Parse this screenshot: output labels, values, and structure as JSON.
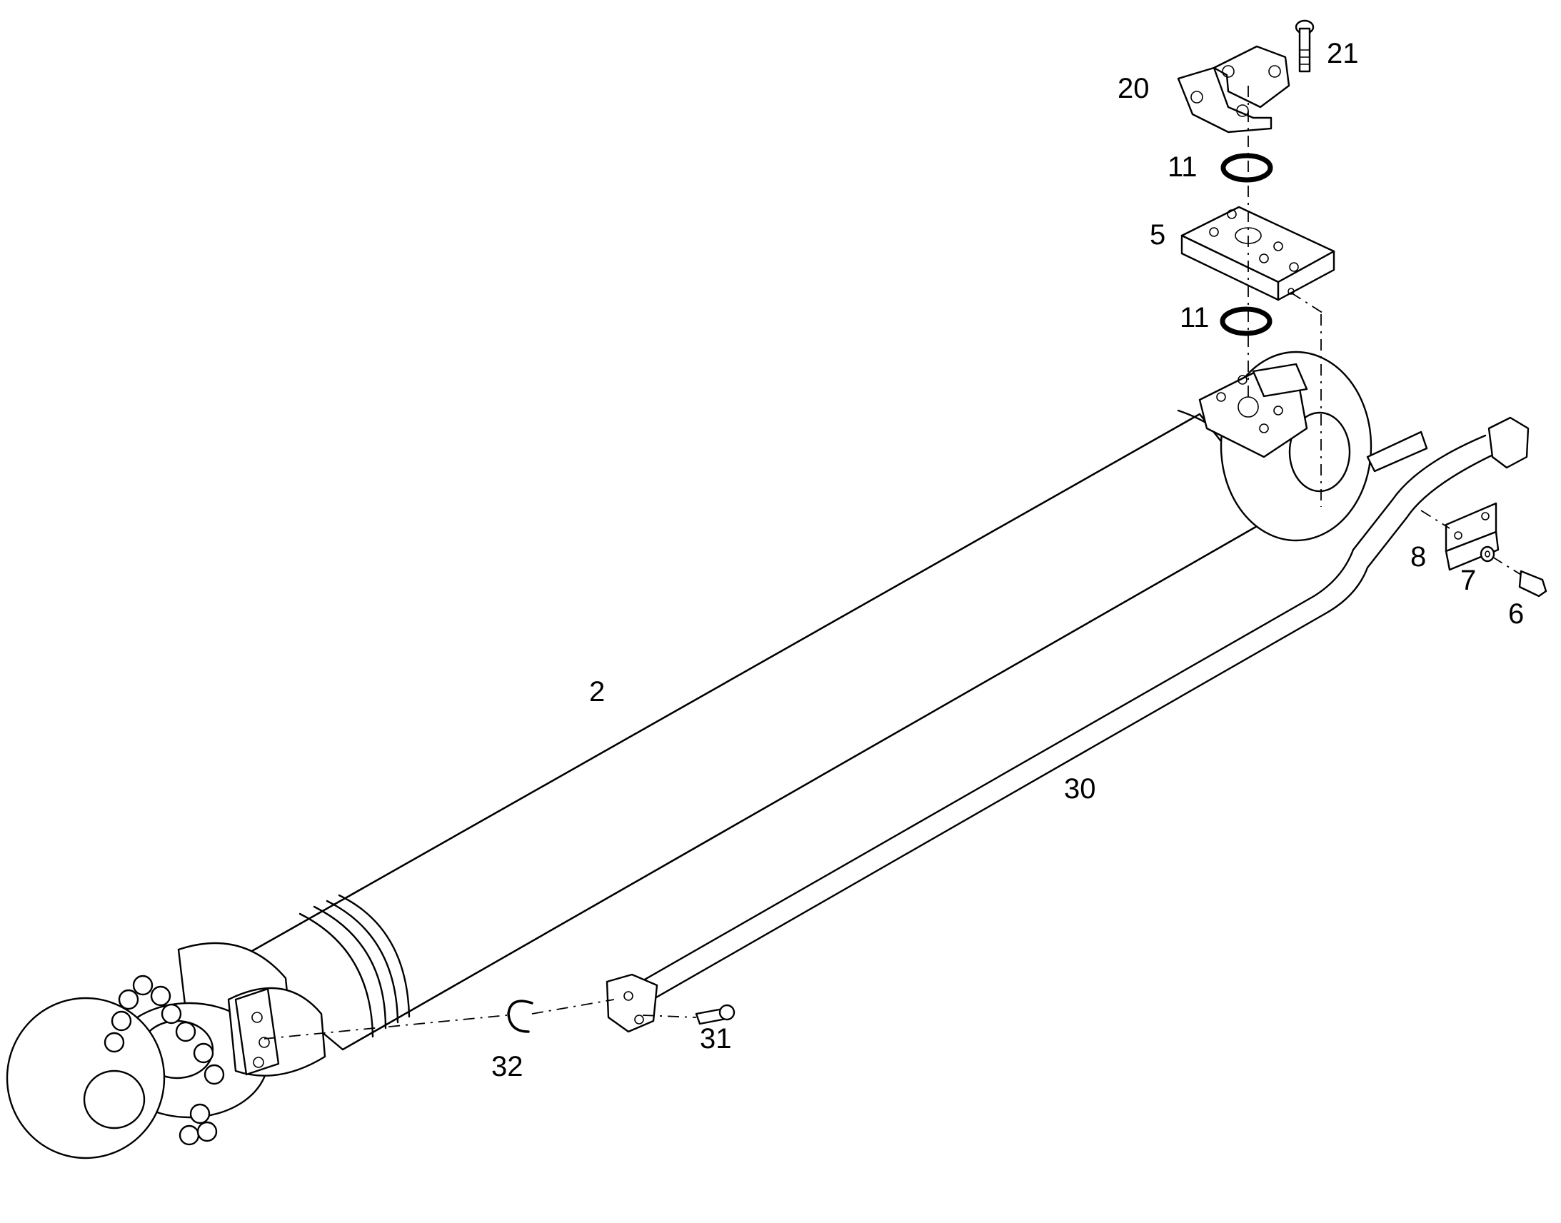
{
  "callouts": {
    "c21": "21",
    "c20": "20",
    "c11a": "11",
    "c5": "5",
    "c11b": "11",
    "c8": "8",
    "c7": "7",
    "c6": "6",
    "c2": "2",
    "c30": "30",
    "c31": "31",
    "c32": "32"
  }
}
